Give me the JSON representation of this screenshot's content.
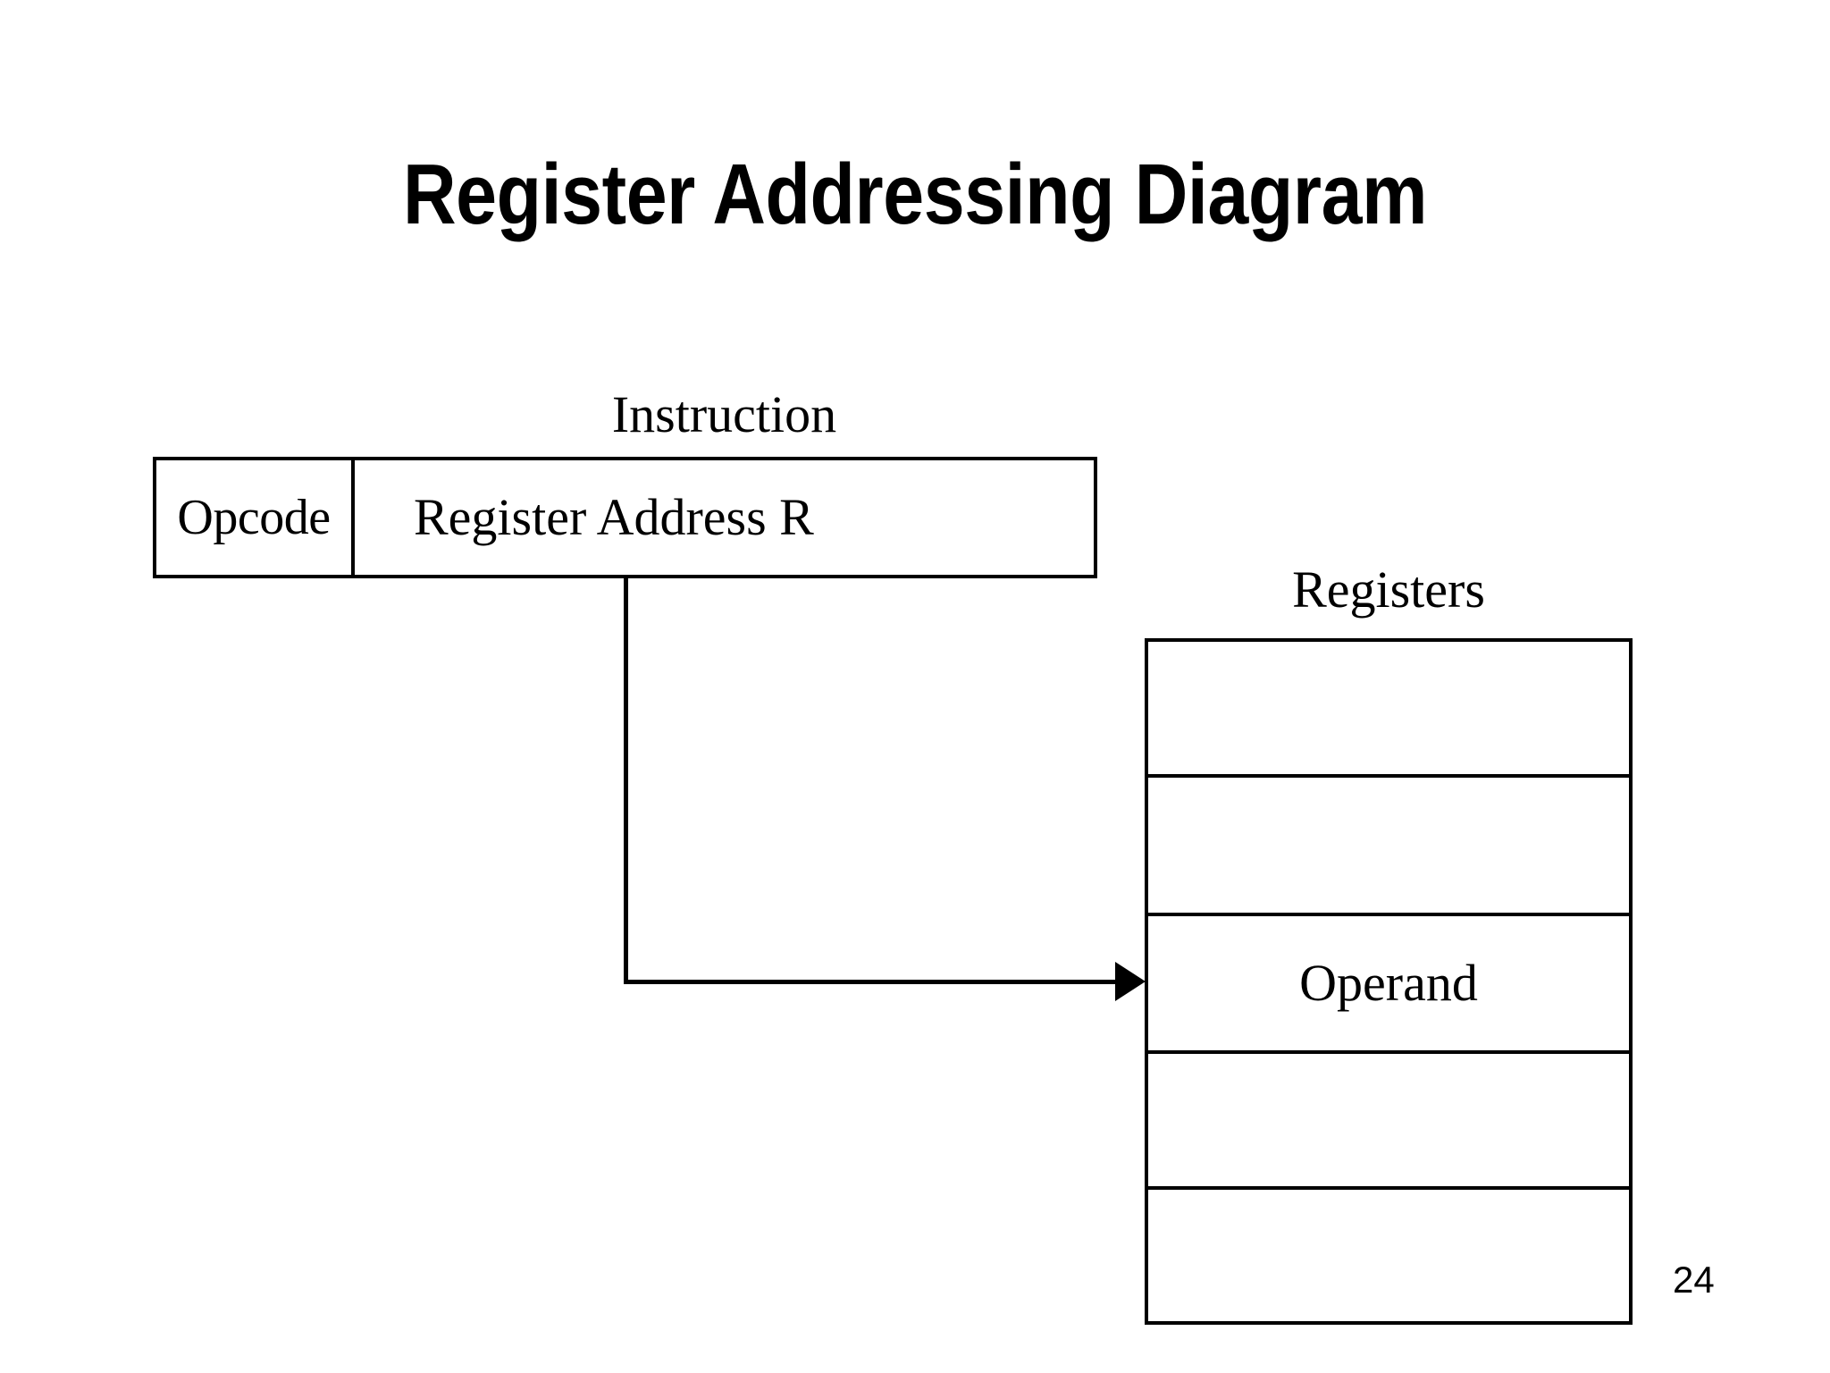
{
  "slide": {
    "title": "Register Addressing Diagram",
    "page_number": "24",
    "background_color": "#ffffff",
    "line_color": "#000000",
    "text_color": "#000000"
  },
  "instruction": {
    "caption": "Instruction",
    "fields": [
      {
        "name": "opcode",
        "label": "Opcode"
      },
      {
        "name": "register-address",
        "label": "Register Address R"
      }
    ]
  },
  "registers": {
    "caption": "Registers",
    "rows": [
      {
        "index": 0,
        "label": ""
      },
      {
        "index": 1,
        "label": ""
      },
      {
        "index": 2,
        "label": "Operand"
      },
      {
        "index": 3,
        "label": ""
      },
      {
        "index": 4,
        "label": ""
      }
    ]
  },
  "connector": {
    "name": "register-address-to-operand-arrow",
    "from": "register-address-field",
    "to": "registers-row-operand",
    "arrow_icon": "arrow-right-icon"
  }
}
